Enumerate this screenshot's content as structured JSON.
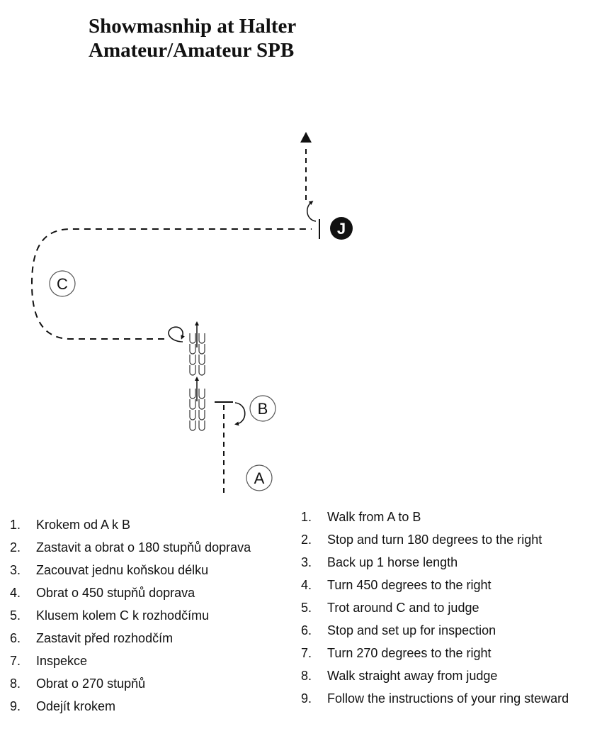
{
  "title": {
    "line1": "Showmasnhip at Halter",
    "line2": "Amateur/Amateur SPB"
  },
  "markers": {
    "A": "A",
    "B": "B",
    "C": "C",
    "J": "J"
  },
  "steps_cz": [
    {
      "num": "1.",
      "text": "Krokem od A k B"
    },
    {
      "num": "2.",
      "text": "Zastavit a obrat o 180 stupňů doprava"
    },
    {
      "num": "3.",
      "text": "Zacouvat jednu koňskou délku"
    },
    {
      "num": "4.",
      "text": "Obrat o 450 stupňů doprava"
    },
    {
      "num": "5.",
      "text": "Klusem kolem C k rozhodčímu"
    },
    {
      "num": "6.",
      "text": "Zastavit před rozhodčím"
    },
    {
      "num": "7.",
      "text": "Inspekce"
    },
    {
      "num": "8.",
      "text": "Obrat o 270 stupňů"
    },
    {
      "num": "9.",
      "text": "Odejít krokem"
    }
  ],
  "steps_en": [
    {
      "num": "1.",
      "text": "Walk from A to B"
    },
    {
      "num": "2.",
      "text": "Stop and turn 180 degrees to the right"
    },
    {
      "num": "3.",
      "text": "Back up 1 horse length"
    },
    {
      "num": "4.",
      "text": "Turn 450 degrees to the right"
    },
    {
      "num": "5.",
      "text": "Trot around C and to judge"
    },
    {
      "num": "6.",
      "text": "Stop and set up for inspection"
    },
    {
      "num": "7.",
      "text": "Turn 270 degrees to the right"
    },
    {
      "num": "8.",
      "text": "Walk straight away from judge"
    },
    {
      "num": "9.",
      "text": "Follow the instructions of your ring steward"
    }
  ]
}
